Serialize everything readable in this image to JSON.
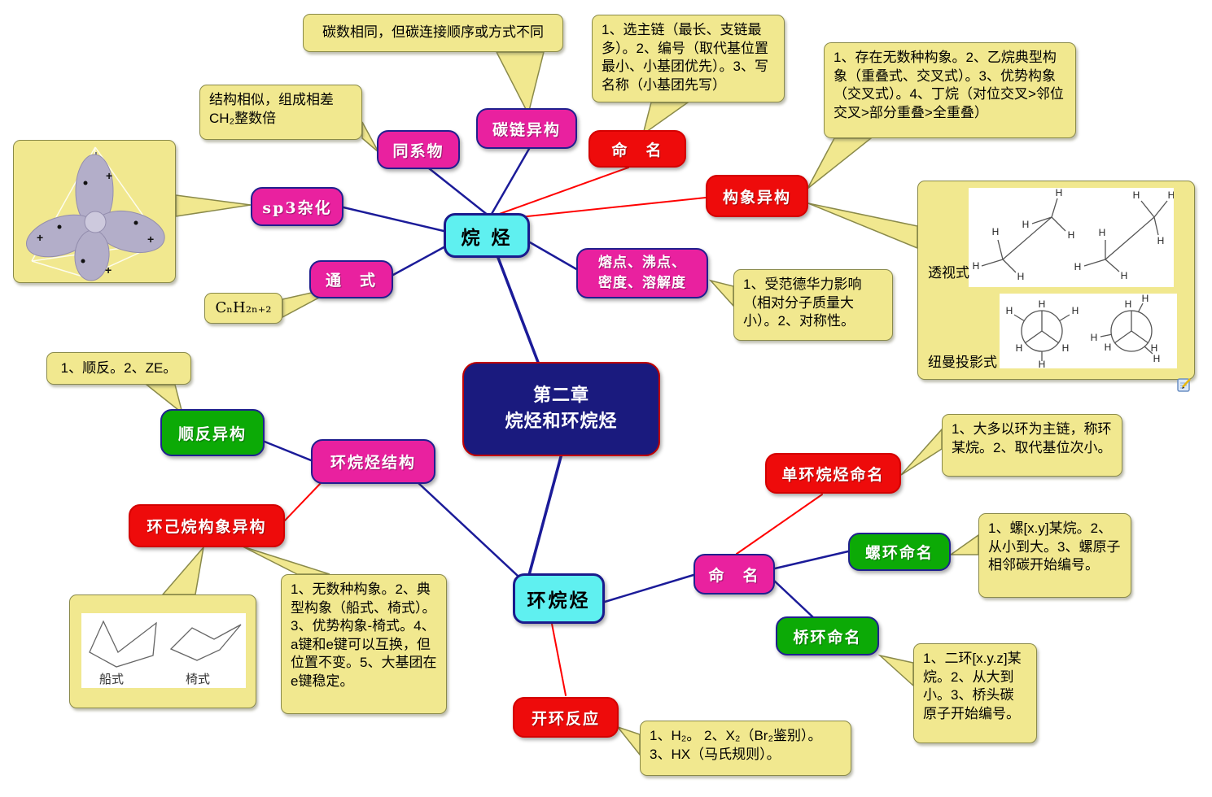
{
  "root": {
    "line1": "第二章",
    "line2": "烷烃和环烷烃"
  },
  "alkane": {
    "label": "烷 烃",
    "homolog": {
      "label": "同系物",
      "note": "结构相似，组成相差CH₂整数倍"
    },
    "chain_isomer": {
      "label": "碳链异构",
      "note": "碳数相同，但碳连接顺序或方式不同"
    },
    "naming": {
      "label": "命　名",
      "note": "1、选主链（最长、支链最多）。2、编号（取代基位置最小、小基团优先）。3、写名称（小基团先写）"
    },
    "conformation": {
      "label": "构象异构",
      "note": "1、存在无数种构象。2、乙烷典型构象（重叠式、交叉式）。3、优势构象（交叉式）。4、丁烷（对位交叉>邻位交叉>部分重叠>全重叠）",
      "perspective_label": "透视式",
      "newman_label": "纽曼投影式"
    },
    "sp3": {
      "label": "sp3杂化"
    },
    "general_formula": {
      "label": "通　式",
      "note": "CₙH₂ₙ₊₂"
    },
    "physical_properties": {
      "label_line1": "熔点、沸点、",
      "label_line2": "密度、溶解度",
      "note": "1、受范德华力影响（相对分子质量大小）。2、对称性。"
    }
  },
  "cycloalkane": {
    "label": "环烷烃",
    "structure": {
      "label": "环烷烃结构"
    },
    "cis_trans": {
      "label": "顺反异构",
      "note": "1、顺反。2、ZE。"
    },
    "cyclohexane_conformation": {
      "label": "环己烷构象异构",
      "note": "1、无数种构象。2、典型构象（船式、椅式）。3、优势构象-椅式。4、a键和e键可以互换，但位置不变。5、大基团在e键稳定。",
      "boat_label": "船式",
      "chair_label": "椅式"
    },
    "naming": {
      "label": "命　名"
    },
    "monocyclic_naming": {
      "label": "单环烷烃命名",
      "note": "1、大多以环为主链，称环某烷。2、取代基位次小。"
    },
    "spiro_naming": {
      "label": "螺环命名",
      "note": "1、螺[x.y]某烷。2、从小到大。3、螺原子相邻碳开始编号。"
    },
    "bridged_naming": {
      "label": "桥环命名",
      "note": "1、二环[x.y.z]某烷。2、从大到小。3、桥头碳原子开始编号。"
    },
    "ring_opening": {
      "label": "开环反应",
      "note": "1、H₂。 2、X₂（Br₂鉴别）。3、HX（马氏规则）。"
    }
  },
  "atom": {
    "h": "H"
  },
  "palette": {
    "branch_line": "#1B1B99",
    "highlight_line": "#FF0000",
    "node_magenta": "#E9219F",
    "node_red": "#EE0B0B",
    "node_green": "#0CAA06",
    "node_cyan": "#5FF0F0",
    "node_center_bg": "#1A1A7E",
    "node_center_border": "#C00000",
    "note_yellow": "#F1E88F"
  }
}
